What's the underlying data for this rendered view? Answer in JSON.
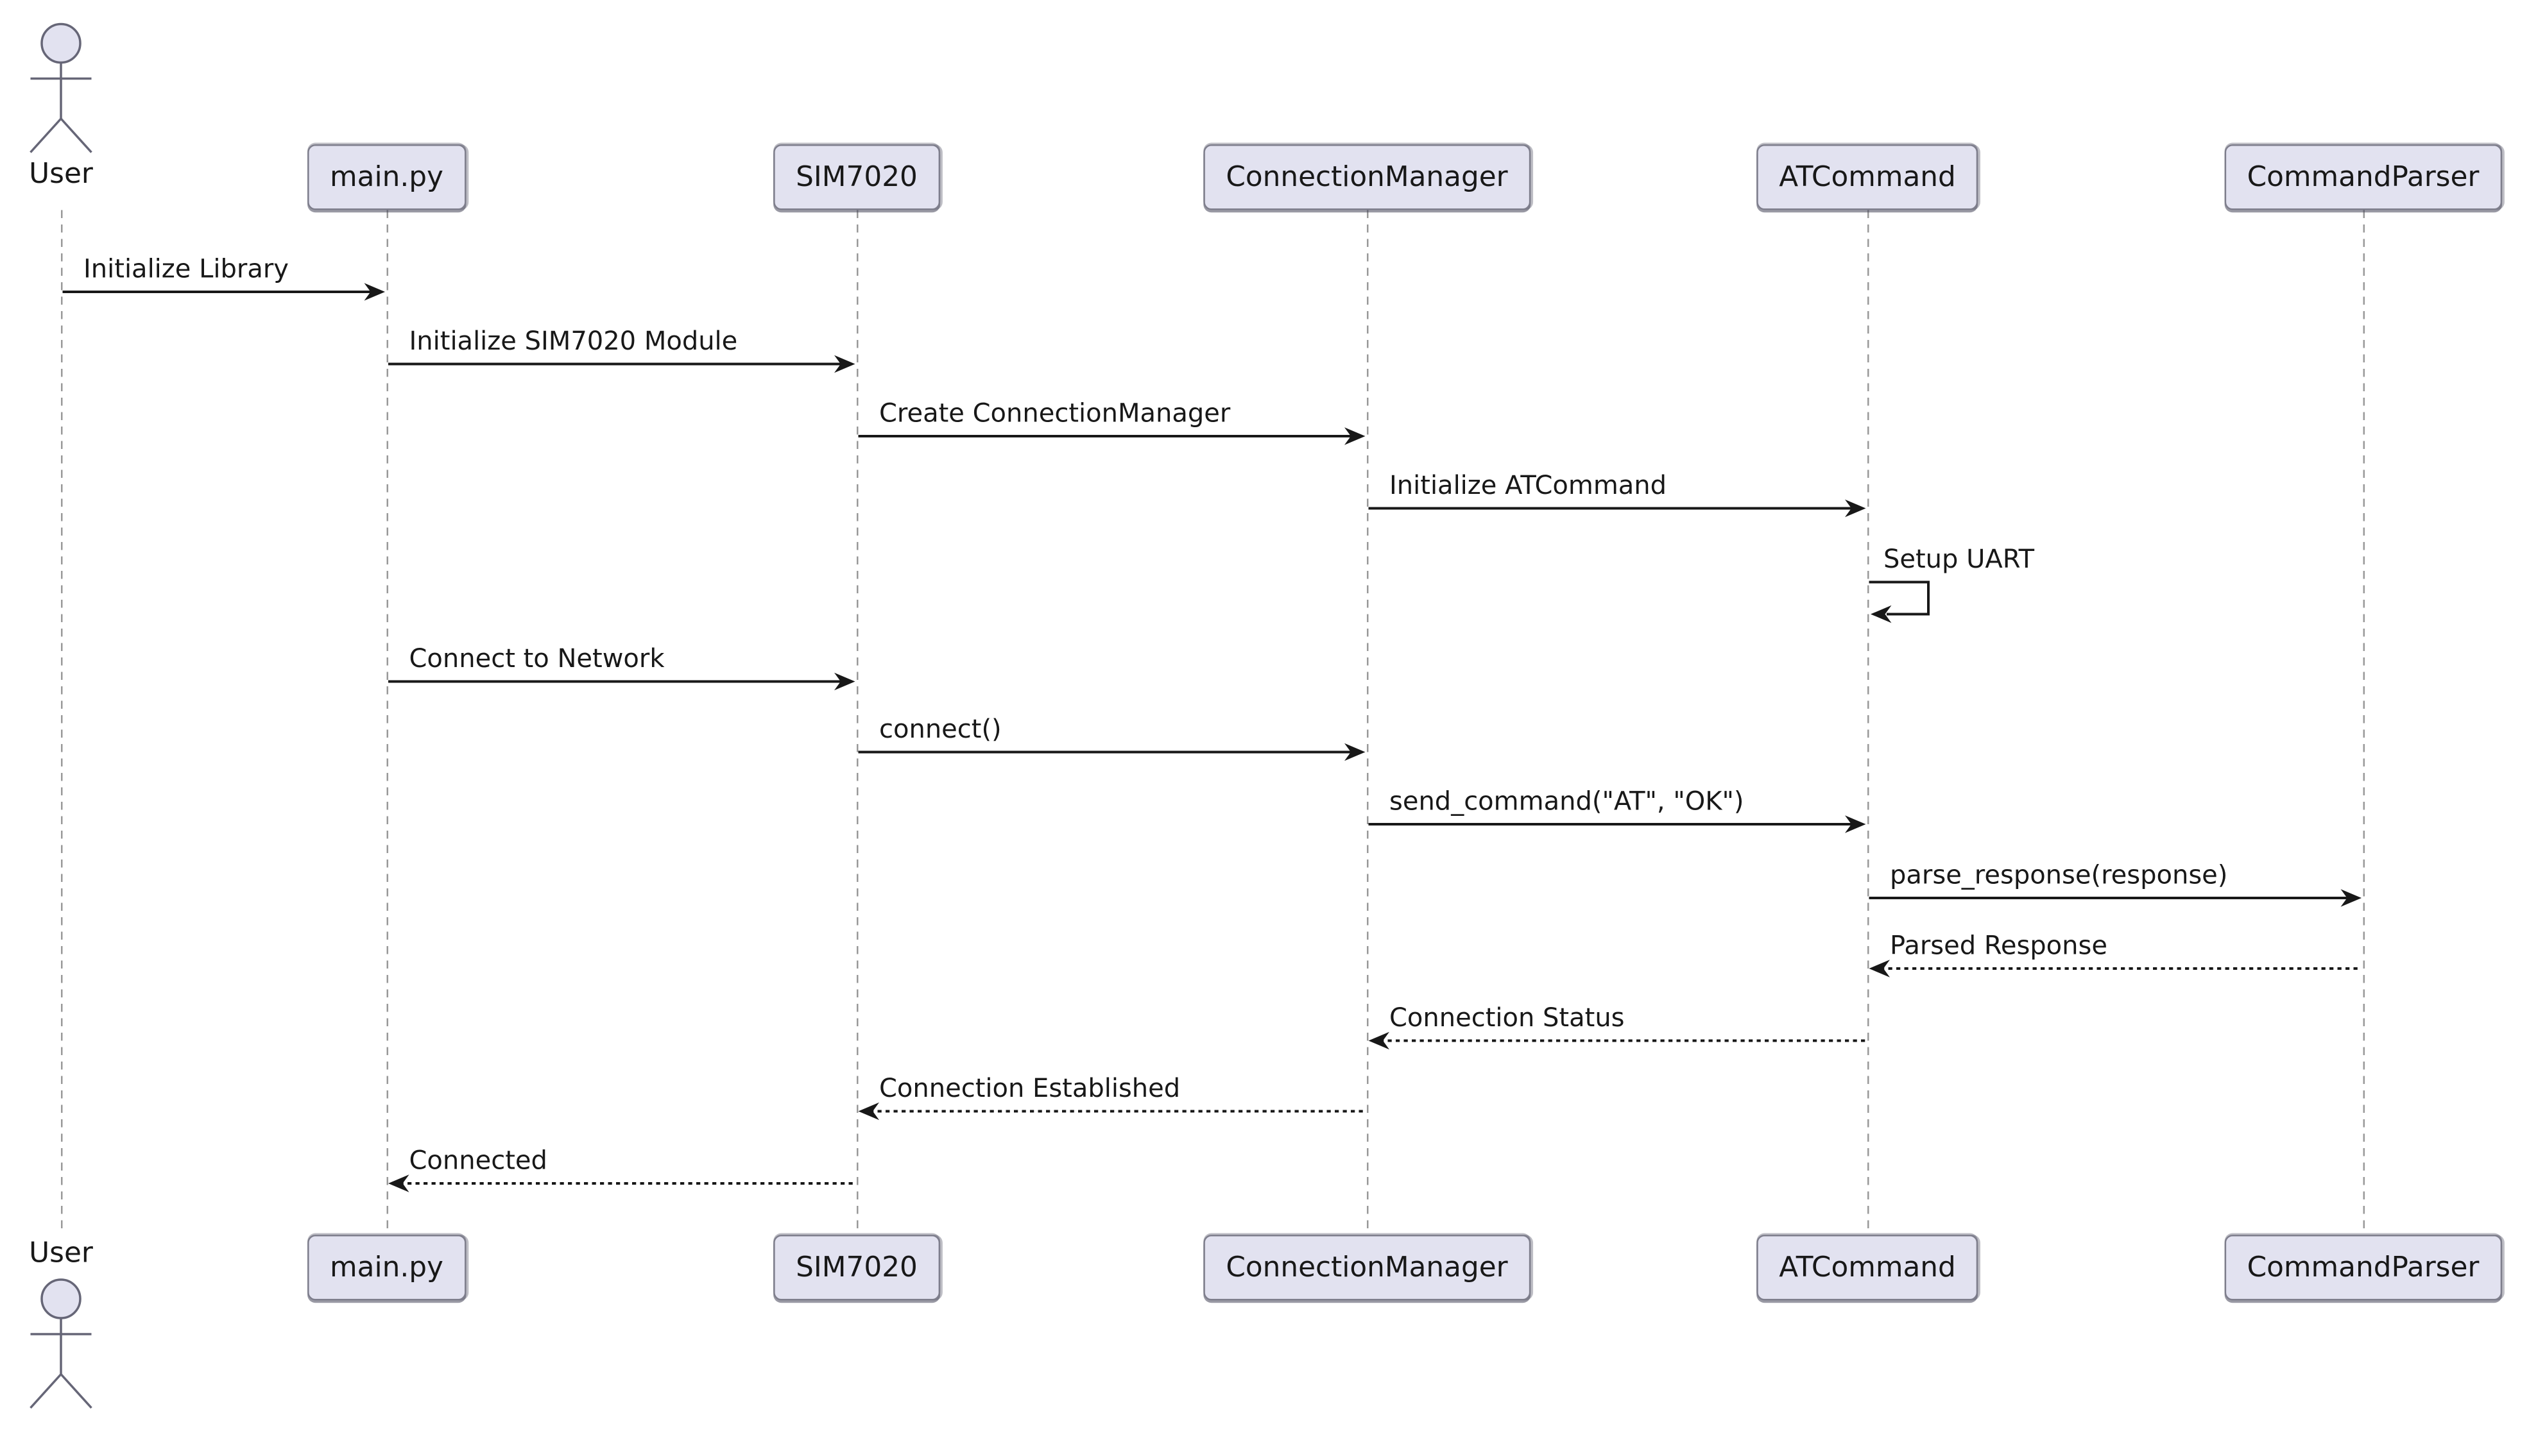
{
  "diagram": {
    "type": "uml-sequence",
    "background": "#FFFFFF",
    "colors": {
      "participant_fill": "#E2E2F0",
      "participant_border": "#7E7E8C",
      "lifeline": "#999999",
      "message_line": "#181818",
      "text": "#181818",
      "actor_fill": "#E2E2F0",
      "actor_stroke": "#666677"
    },
    "actor": {
      "id": "user",
      "label": "User"
    },
    "participants": [
      {
        "id": "main",
        "label": "main.py"
      },
      {
        "id": "sim",
        "label": "SIM7020"
      },
      {
        "id": "cm",
        "label": "ConnectionManager"
      },
      {
        "id": "at",
        "label": "ATCommand"
      },
      {
        "id": "cp",
        "label": "CommandParser"
      }
    ],
    "messages": [
      {
        "from": "user",
        "to": "main",
        "line": "solid",
        "label": "Initialize Library"
      },
      {
        "from": "main",
        "to": "sim",
        "line": "solid",
        "label": "Initialize SIM7020 Module"
      },
      {
        "from": "sim",
        "to": "cm",
        "line": "solid",
        "label": "Create ConnectionManager"
      },
      {
        "from": "cm",
        "to": "at",
        "line": "solid",
        "label": "Initialize ATCommand"
      },
      {
        "from": "at",
        "to": "at",
        "line": "self",
        "label": "Setup UART"
      },
      {
        "from": "main",
        "to": "sim",
        "line": "solid",
        "label": "Connect to Network"
      },
      {
        "from": "sim",
        "to": "cm",
        "line": "solid",
        "label": "connect()"
      },
      {
        "from": "cm",
        "to": "at",
        "line": "solid",
        "label": "send_command(\"AT\", \"OK\")"
      },
      {
        "from": "at",
        "to": "cp",
        "line": "solid",
        "label": "parse_response(response)"
      },
      {
        "from": "cp",
        "to": "at",
        "line": "dashed",
        "label": "Parsed Response"
      },
      {
        "from": "at",
        "to": "cm",
        "line": "dashed",
        "label": "Connection Status"
      },
      {
        "from": "cm",
        "to": "sim",
        "line": "dashed",
        "label": "Connection Established"
      },
      {
        "from": "sim",
        "to": "main",
        "line": "dashed",
        "label": "Connected"
      }
    ]
  }
}
